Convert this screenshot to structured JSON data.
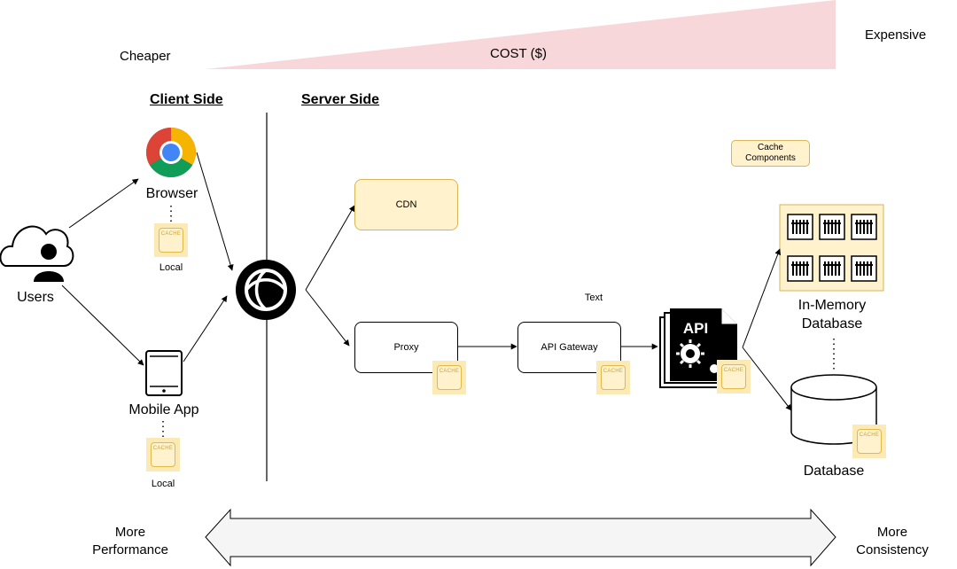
{
  "cost": {
    "left_label": "Cheaper",
    "center_label": "COST ($)",
    "right_label": "Expensive",
    "wedge_color": "#f8d7da"
  },
  "sections": {
    "client": "Client Side",
    "server": "Server Side"
  },
  "nodes": {
    "users": "Users",
    "browser": "Browser",
    "browser_cache_scope": "Local",
    "mobile_app": "Mobile App",
    "mobile_cache_scope": "Local",
    "cdn": "CDN",
    "proxy": "Proxy",
    "api_gateway": "API Gateway",
    "api_icon_text": "API",
    "text_label": "Text",
    "in_memory_db": "In-Memory\nDatabase",
    "database": "Database"
  },
  "legend": {
    "cache_components": "Cache Components"
  },
  "cache_badge": "CACHE",
  "tradeoff": {
    "left": "More Performance",
    "right": "More Consistency"
  },
  "colors": {
    "cache_fill": "#fff2cc",
    "cache_border": "#d6b656",
    "arrow_fill": "#f5f5f5"
  }
}
